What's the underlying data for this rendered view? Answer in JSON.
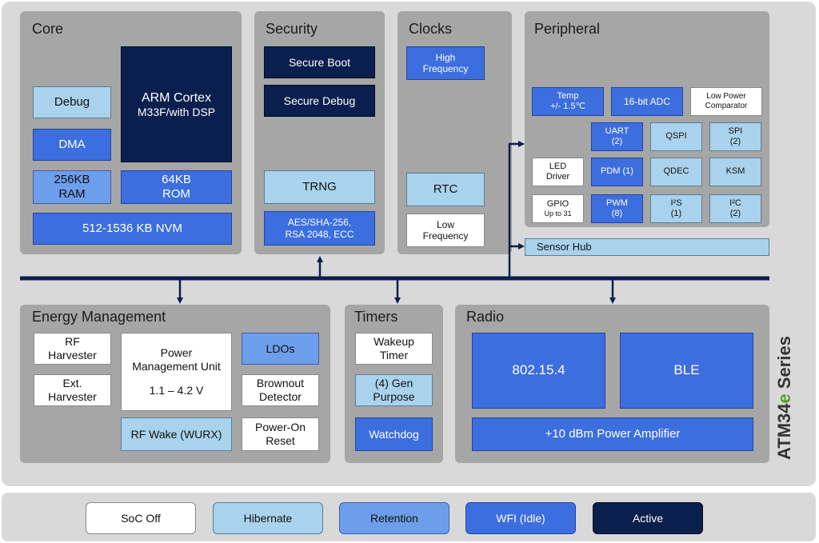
{
  "series_title": {
    "prefix": "ATM34",
    "accent": "e",
    "suffix": " Series"
  },
  "colors": {
    "soc_off": "#ffffff",
    "hibernate": "#a9d3ec",
    "retention": "#6d9eeb",
    "wfi_idle": "#3c6ee0",
    "active": "#0a1f4d",
    "panel": "#a6a6a6",
    "chip_bg": "#d9d9d9",
    "bus": "#0a1f4d",
    "accent_green": "#5a9a2a"
  },
  "panels": {
    "core": {
      "title": "Core",
      "debug": "Debug",
      "dma": "DMA",
      "cpu": {
        "line1": "ARM Cortex",
        "line2": "M33F/with DSP"
      },
      "ram": {
        "line1": "256KB",
        "line2": "RAM"
      },
      "rom": {
        "line1": "64KB",
        "line2": "ROM"
      },
      "nvm": "512-1536 KB NVM"
    },
    "security": {
      "title": "Security",
      "secure_boot": "Secure Boot",
      "secure_debug": "Secure Debug",
      "trng": "TRNG",
      "crypto": {
        "line1": "AES/SHA-256,",
        "line2": "RSA 2048, ECC"
      }
    },
    "clocks": {
      "title": "Clocks",
      "high_freq": {
        "line1": "High",
        "line2": "Frequency"
      },
      "rtc": "RTC",
      "low_freq": {
        "line1": "Low",
        "line2": "Frequency"
      }
    },
    "peripheral": {
      "title": "Peripheral",
      "temp": {
        "line1": "Temp",
        "line2": "+/- 1.5℃"
      },
      "adc": "16-bit ADC",
      "comparator": {
        "line1": "Low Power",
        "line2": "Comparator"
      },
      "uart": {
        "line1": "UART",
        "line2": "(2)"
      },
      "qspi": "QSPI",
      "spi": {
        "line1": "SPI",
        "line2": "(2)"
      },
      "led": {
        "line1": "LED",
        "line2": "Driver"
      },
      "pdm": "PDM (1)",
      "qdec": "QDEC",
      "ksm": "KSM",
      "gpio": {
        "line1": "GPIO",
        "line2": "Up to 31"
      },
      "pwm": {
        "line1": "PWM",
        "line2": "(8)"
      },
      "i2s": {
        "line1": "I²S",
        "line2": "(1)"
      },
      "i2c": {
        "line1": "I²C",
        "line2": "(2)"
      }
    },
    "sensor_hub": "Sensor Hub",
    "energy": {
      "title": "Energy Management",
      "rf_harvester": {
        "line1": "RF",
        "line2": "Harvester"
      },
      "ext_harvester": {
        "line1": "Ext.",
        "line2": "Harvester"
      },
      "pmu": {
        "line1": "Power",
        "line2": "Management Unit",
        "line3": "1.1 – 4.2 V"
      },
      "ldos": "LDOs",
      "brownout": {
        "line1": "Brownout",
        "line2": "Detector"
      },
      "rf_wake": "RF Wake (WURX)",
      "por": {
        "line1": "Power-On",
        "line2": "Reset"
      }
    },
    "timers": {
      "title": "Timers",
      "wakeup": {
        "line1": "Wakeup",
        "line2": "Timer"
      },
      "gen_purpose": {
        "line1": "(4) Gen",
        "line2": "Purpose"
      },
      "watchdog": "Watchdog"
    },
    "radio": {
      "title": "Radio",
      "ieee": "802.15.4",
      "ble": "BLE",
      "pa": "+10 dBm Power Amplifier"
    }
  },
  "legend": [
    {
      "label": "SoC Off"
    },
    {
      "label": "Hibernate"
    },
    {
      "label": "Retention"
    },
    {
      "label": "WFI (Idle)"
    },
    {
      "label": "Active"
    }
  ]
}
